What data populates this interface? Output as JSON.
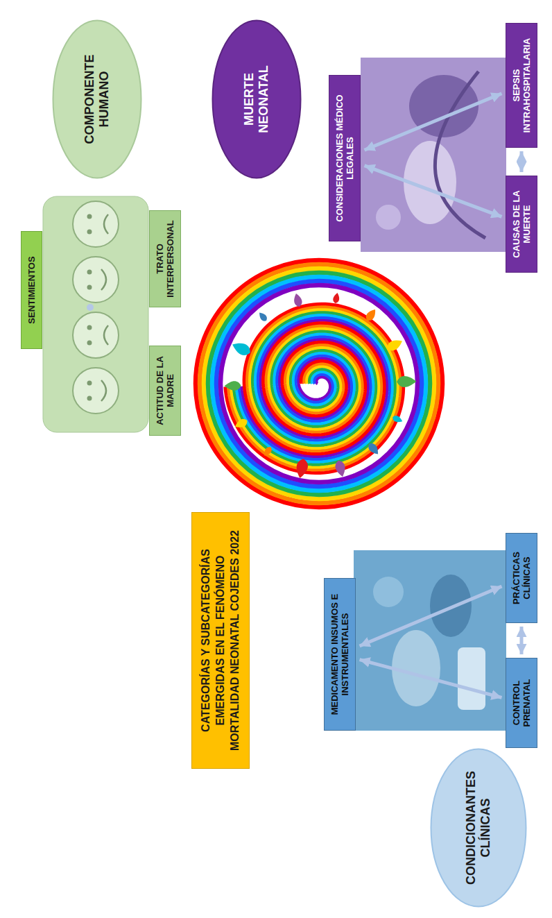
{
  "diagram": {
    "title": "CATEGORÍAS Y SUBCATEGORÍAS EMERGIDAS EN EL FENÓMENO MORTALIDAD NEONATAL COJEDES 2022",
    "nodes": [
      {
        "text": [
          "COMPONENTE HUMANO"
        ]
      },
      {
        "text": [
          "SENTIMIENTOS"
        ]
      },
      {
        "text": [
          "ACTITUD DE LA MADRE"
        ]
      },
      {
        "text": [
          "TRATO INTERPERSONAL"
        ]
      },
      {
        "text": [
          "MUERTE NEONATAL"
        ]
      },
      {
        "text": [
          "CONDICIONANTES CLÍNICAS"
        ]
      },
      {
        "text": [
          "MEDICAMENTO INSUMOS E INSTRUMENTALES"
        ]
      },
      {
        "text": [
          "CONTROL PRENATAL"
        ]
      },
      {
        "text": [
          "PRÁCTICAS CLÍNICAS"
        ]
      },
      {
        "text": [
          "CONSIDERACIONES MÉDICO LEGALES"
        ]
      },
      {
        "text": [
          "CAUSAS DE LA MUERTE"
        ]
      },
      {
        "text": [
          "SEPSIS INTRAHOSPITALARIA"
        ]
      }
    ],
    "edges": [
      {
        "from": 6,
        "to": 7,
        "arrow": "both"
      },
      {
        "from": 6,
        "to": 8,
        "arrow": "both"
      },
      {
        "from": 7,
        "to": 8,
        "arrow": "both"
      },
      {
        "from": 9,
        "to": 10,
        "arrow": "both"
      },
      {
        "from": 9,
        "to": 11,
        "arrow": "both"
      },
      {
        "from": 10,
        "to": 11,
        "arrow": "both"
      }
    ]
  }
}
